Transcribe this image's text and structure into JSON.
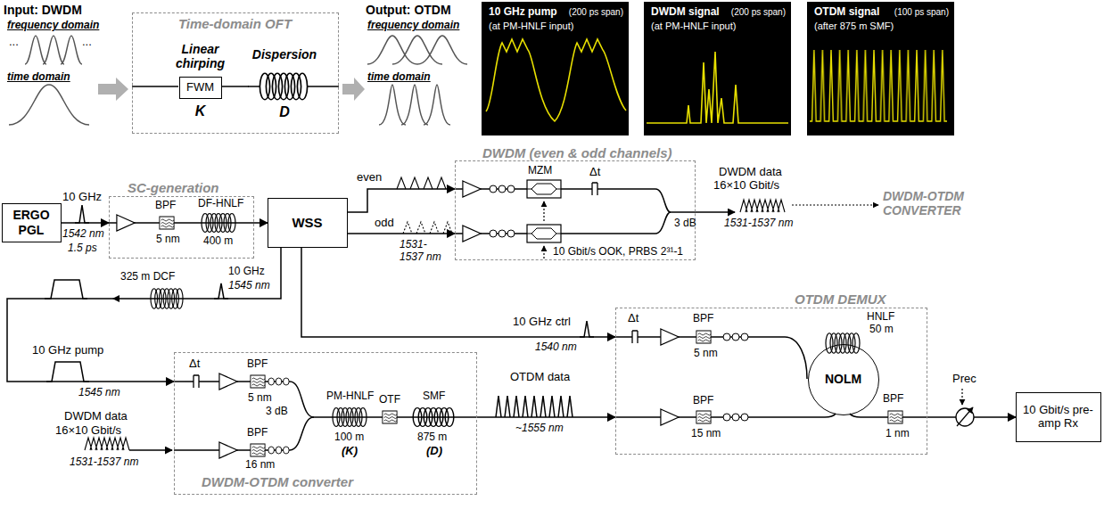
{
  "diagram": {
    "nodes": [
      {
        "text": [
          "Time-domain OFT"
        ]
      },
      {
        "text": [
          "Linear chirping",
          "FWM",
          "K"
        ],
        "in": 0
      },
      {
        "text": [
          "Dispersion",
          "D"
        ],
        "in": 0
      },
      {
        "text": [
          "10 GHz pump",
          "(at PM-HNLF input)",
          "(200 ps span)"
        ]
      },
      {
        "text": [
          "DWDM signal",
          "(at PM-HNLF input)",
          "(200 ps span)"
        ]
      },
      {
        "text": [
          "OTDM signal",
          "(after 875 m SMF)",
          "(100 ps span)"
        ]
      },
      {
        "text": [
          "ERGO PGL"
        ]
      },
      {
        "text": [
          "SC-generation"
        ]
      },
      {
        "text": [
          "WSS"
        ]
      },
      {
        "text": [
          "DWDM (even & odd channels)"
        ]
      },
      {
        "text": [
          "DWDM-OTDM converter"
        ]
      },
      {
        "text": [
          "OTDM DEMUX"
        ]
      },
      {
        "text": [
          "NOLM"
        ],
        "in": 11
      },
      {
        "text": [
          "10 Gbit/s pre-amp Rx"
        ]
      }
    ],
    "edges": [
      {
        "from": 1,
        "to": 2,
        "arrow": "none"
      },
      {
        "from": 6,
        "to": 7,
        "arrow": "to"
      },
      {
        "from": 7,
        "to": 8,
        "arrow": "to"
      },
      {
        "from": 8,
        "to": 9,
        "arrow": "to",
        "label": "even"
      },
      {
        "from": 8,
        "to": 9,
        "arrow": "to",
        "label": "odd"
      },
      {
        "from": 8,
        "to": 10,
        "arrow": "to"
      },
      {
        "from": 8,
        "to": 11,
        "arrow": "to"
      },
      {
        "from": 10,
        "to": 11,
        "arrow": "to",
        "label": "OTDM data"
      },
      {
        "from": 11,
        "to": 13,
        "arrow": "to"
      }
    ],
    "labels": [
      "Input: DWDM",
      "frequency domain",
      "...",
      "...",
      "time domain",
      "Output: OTDM",
      "frequency domain",
      "time domain",
      "10 GHz",
      "1542 nm",
      "1.5 ps",
      "BPF",
      "5 nm",
      "DF-HNLF",
      "400 m",
      "1531- 1537 nm",
      "MZM",
      "Δt",
      "3 dB",
      "10 Gbit/s OOK, PRBS 2³¹-1",
      "DWDM data",
      "16×10 Gbit/s",
      "1531-1537 nm",
      "DWDM-OTDM CONVERTER",
      "325 m DCF",
      "10 GHz",
      "1545 nm",
      "10 GHz pump",
      "1545 nm",
      "DWDM data",
      "16×10 Gbit/s",
      "1531-1537 nm",
      "Δt",
      "BPF",
      "5 nm",
      "BPF",
      "16 nm",
      "3 dB",
      "PM-HNLF",
      "100 m",
      "(K)",
      "OTF",
      "SMF",
      "875 m",
      "(D)",
      "~1555 nm",
      "10 GHz ctrl",
      "1540 nm",
      "Δt",
      "BPF",
      "5 nm",
      "HNLF",
      "50 m",
      "BPF",
      "15 nm",
      "BPF",
      "1 nm",
      "Prec"
    ]
  }
}
